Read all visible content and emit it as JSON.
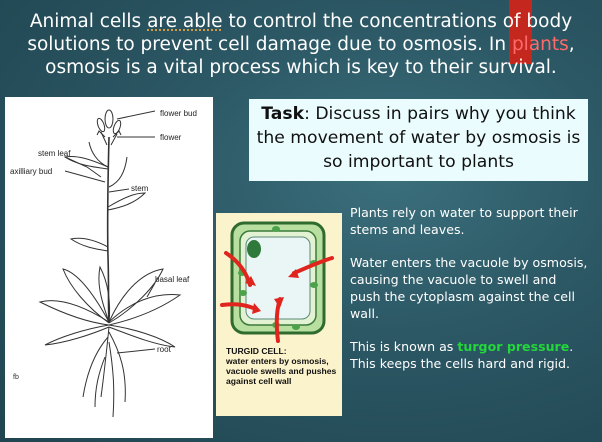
{
  "slide": {
    "header": {
      "part1": "Animal cells ",
      "part2_underlined": "are able",
      "part3": " to control the concentrations of body solutions to prevent cell damage due to osmosis.  In ",
      "part4_highlight": "plants",
      "part5": ", osmosis is a vital process which is key to their survival."
    },
    "task": {
      "label": "Task",
      "text": ": Discuss in pairs why you think the movement of water by osmosis is so important to plants"
    },
    "plant_diagram": {
      "labels": {
        "flower_bud": "flower bud",
        "flower": "flower",
        "stem_leaf": "stem leaf",
        "axillary_bud": "axilliary bud",
        "stem": "stem",
        "basal_leaf": "basal leaf",
        "root": "root"
      }
    },
    "cell_diagram": {
      "caption_title": "TURGID CELL:",
      "caption_body": "water enters by osmosis, vacuole swells and pushes against cell wall"
    },
    "side_text": {
      "p1": "Plants rely on water to support their stems and leaves.",
      "p2": "Water enters the vacuole by osmosis, causing the vacuole to swell and push the cytoplasm against the cell wall.",
      "p3_start": "This is known as ",
      "p3_green": "turgor pressure",
      "p3_end": ". This keeps the cells hard and rigid."
    },
    "colors": {
      "background": "#2b5663",
      "accent_red": "#c4271e",
      "highlight_text": "#ff6a6a",
      "turgor_green": "#23d63a",
      "task_box": "#eafcfd",
      "cell_panel": "#fbf3cb"
    }
  }
}
